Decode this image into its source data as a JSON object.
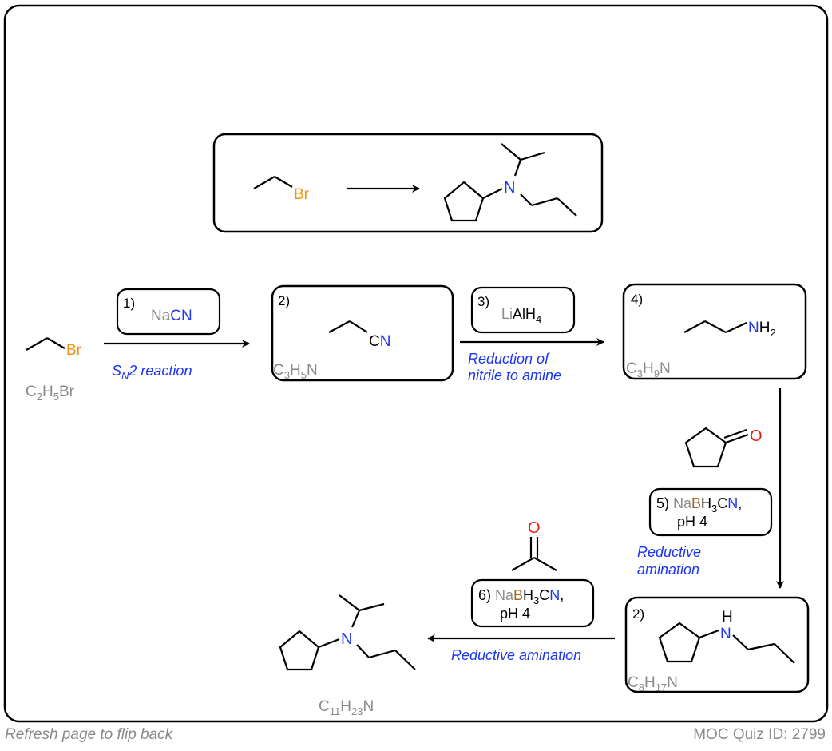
{
  "colors": {
    "bond": "#000000",
    "bromine": "#f5900a",
    "nitrogen": "#1d36f0",
    "oxygen": "#ee1c10",
    "boron": "#a0661e",
    "grey_text": "#8a8a8a",
    "annotation": "#1d36f0"
  },
  "overview": {
    "reactant_atom": "Br",
    "product_atom": "N"
  },
  "start": {
    "atom": "Br",
    "formula": {
      "c": "C",
      "c_sub": "2",
      "h": "H",
      "h_sub": "5",
      "rest": "Br"
    }
  },
  "step1": {
    "number": "1)",
    "reagent_part1": "Na",
    "reagent_part2": "CN",
    "annotation_s": "S",
    "annotation_sub": "N",
    "annotation_rest": "2 reaction"
  },
  "product2": {
    "number": "2)",
    "atom": "CN",
    "formula": {
      "c": "C",
      "c_sub": "3",
      "h": "H",
      "h_sub": "5",
      "rest": "N"
    }
  },
  "step3": {
    "number": "3)",
    "reagent_part1": "Li",
    "reagent_part2": "AlH",
    "reagent_sub": "4",
    "annotation_line1": "Reduction of",
    "annotation_line2": "nitrile to amine"
  },
  "product4": {
    "number": "4)",
    "atom": "NH",
    "atom_sub": "2",
    "formula": {
      "c": "C",
      "c_sub": "3",
      "h": "H",
      "h_sub": "9",
      "rest": "N"
    }
  },
  "step5": {
    "co_reactant_atom": "O",
    "label": "5)",
    "reagent_na": "Na",
    "reagent_b": "B",
    "reagent_h": "H",
    "reagent_h_sub": "3",
    "reagent_c": "C",
    "reagent_n": "N",
    "reagent_comma": ",",
    "ph": "pH 4",
    "annotation_line1": "Reductive",
    "annotation_line2": "amination"
  },
  "product_secondary": {
    "number": "2)",
    "atom_h": "H",
    "atom_n": "N",
    "formula": {
      "c": "C",
      "c_sub": "8",
      "h": "H",
      "h_sub": "17",
      "rest": "N"
    }
  },
  "step6": {
    "co_reactant_atom": "O",
    "label": "6)",
    "reagent_na": "Na",
    "reagent_b": "B",
    "reagent_h": "H",
    "reagent_h_sub": "3",
    "reagent_c": "C",
    "reagent_n": "N",
    "reagent_comma": ",",
    "ph": "pH 4",
    "annotation": "Reductive amination"
  },
  "final_product": {
    "atom": "N",
    "formula": {
      "c": "C",
      "c_sub": "11",
      "h": "H",
      "h_sub": "23",
      "rest": "N"
    }
  },
  "footer": {
    "left": "Refresh page to flip back",
    "right": "MOC Quiz ID: 2799"
  }
}
